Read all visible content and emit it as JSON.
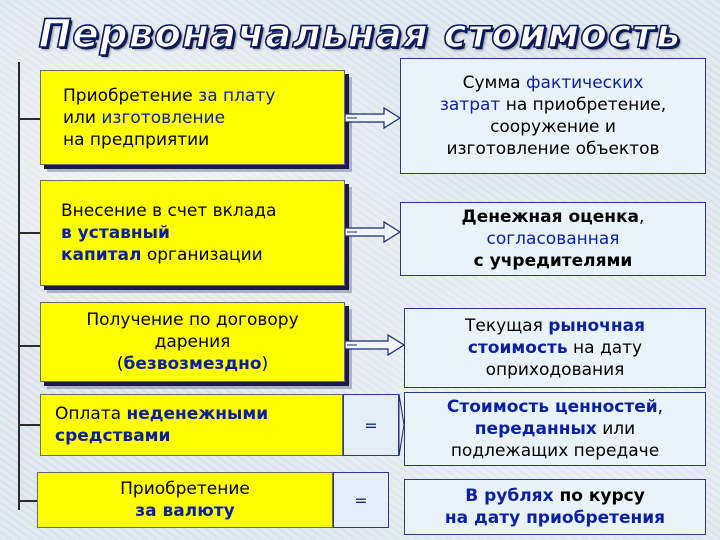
{
  "title": "Первоначальная стоимость",
  "rows": [
    {
      "left_lines": [
        [
          {
            "t": "Приобретение ",
            "c": "black",
            "b": false
          },
          {
            "t": "за плату",
            "c": "blue",
            "b": false
          }
        ],
        [
          {
            "t": "или ",
            "c": "black",
            "b": false
          },
          {
            "t": "изготовление",
            "c": "blue",
            "b": false
          }
        ],
        [
          {
            "t": "на предприятии",
            "c": "black",
            "b": false
          }
        ]
      ],
      "right_lines": [
        [
          {
            "t": "Сумма ",
            "c": "black",
            "b": false
          },
          {
            "t": "фактических",
            "c": "blue",
            "b": false
          }
        ],
        [
          {
            "t": "затрат",
            "c": "blue",
            "b": false
          },
          {
            "t": " на приобретение,",
            "c": "black",
            "b": false
          }
        ],
        [
          {
            "t": "сооружение и",
            "c": "black",
            "b": false
          }
        ],
        [
          {
            "t": "изготовление объектов",
            "c": "black",
            "b": false
          }
        ]
      ],
      "connector": "="
    },
    {
      "left_lines": [
        [
          {
            "t": "Внесение в счет вклада",
            "c": "black",
            "b": false
          }
        ],
        [
          {
            "t": "в уставный",
            "c": "blue",
            "b": true
          }
        ],
        [
          {
            "t": "капитал",
            "c": "blue",
            "b": true
          },
          {
            "t": " организации",
            "c": "black",
            "b": false
          }
        ]
      ],
      "right_lines": [
        [
          {
            "t": "Денежная оценка",
            "c": "black",
            "b": true
          },
          {
            "t": ",",
            "c": "black",
            "b": false
          }
        ],
        [
          {
            "t": "согласованная",
            "c": "blue",
            "b": false
          }
        ],
        [
          {
            "t": "с учредителями",
            "c": "black",
            "b": true
          }
        ]
      ],
      "connector": "="
    },
    {
      "left_lines": [
        [
          {
            "t": "Получение по договору",
            "c": "black",
            "b": false
          }
        ],
        [
          {
            "t": "дарения",
            "c": "black",
            "b": false
          }
        ],
        [
          {
            "t": "(",
            "c": "black",
            "b": false
          },
          {
            "t": "безвозмездно",
            "c": "blue",
            "b": true
          },
          {
            "t": ")",
            "c": "black",
            "b": false
          }
        ]
      ],
      "right_lines": [
        [
          {
            "t": "Текущая ",
            "c": "black",
            "b": false
          },
          {
            "t": "рыночная",
            "c": "blue",
            "b": true
          }
        ],
        [
          {
            "t": "стоимость",
            "c": "blue",
            "b": true
          },
          {
            "t": " на дату",
            "c": "black",
            "b": false
          }
        ],
        [
          {
            "t": "оприходования",
            "c": "black",
            "b": false
          }
        ]
      ],
      "connector": "="
    },
    {
      "left_lines": [
        [
          {
            "t": "Оплата ",
            "c": "black",
            "b": false
          },
          {
            "t": "неденежными",
            "c": "blue",
            "b": true
          }
        ],
        [
          {
            "t": "средствами",
            "c": "blue",
            "b": true
          }
        ]
      ],
      "right_lines": [
        [
          {
            "t": "Стоимость ценностей",
            "c": "blue",
            "b": true
          },
          {
            "t": ",",
            "c": "black",
            "b": false
          }
        ],
        [
          {
            "t": "переданных",
            "c": "blue",
            "b": true
          },
          {
            "t": " или",
            "c": "black",
            "b": false
          }
        ],
        [
          {
            "t": "подлежащих передаче",
            "c": "black",
            "b": false
          }
        ]
      ],
      "connector": "="
    },
    {
      "left_lines": [
        [
          {
            "t": "Приобретение",
            "c": "black",
            "b": false
          }
        ],
        [
          {
            "t": "за валюту",
            "c": "blue",
            "b": true
          }
        ]
      ],
      "right_lines": [
        [
          {
            "t": "В рублях",
            "c": "blue",
            "b": true
          },
          {
            "t": " по курсу",
            "c": "black",
            "b": true
          }
        ],
        [
          {
            "t": "на дату приобретения",
            "c": "blue",
            "b": true
          }
        ]
      ],
      "connector": "="
    }
  ]
}
